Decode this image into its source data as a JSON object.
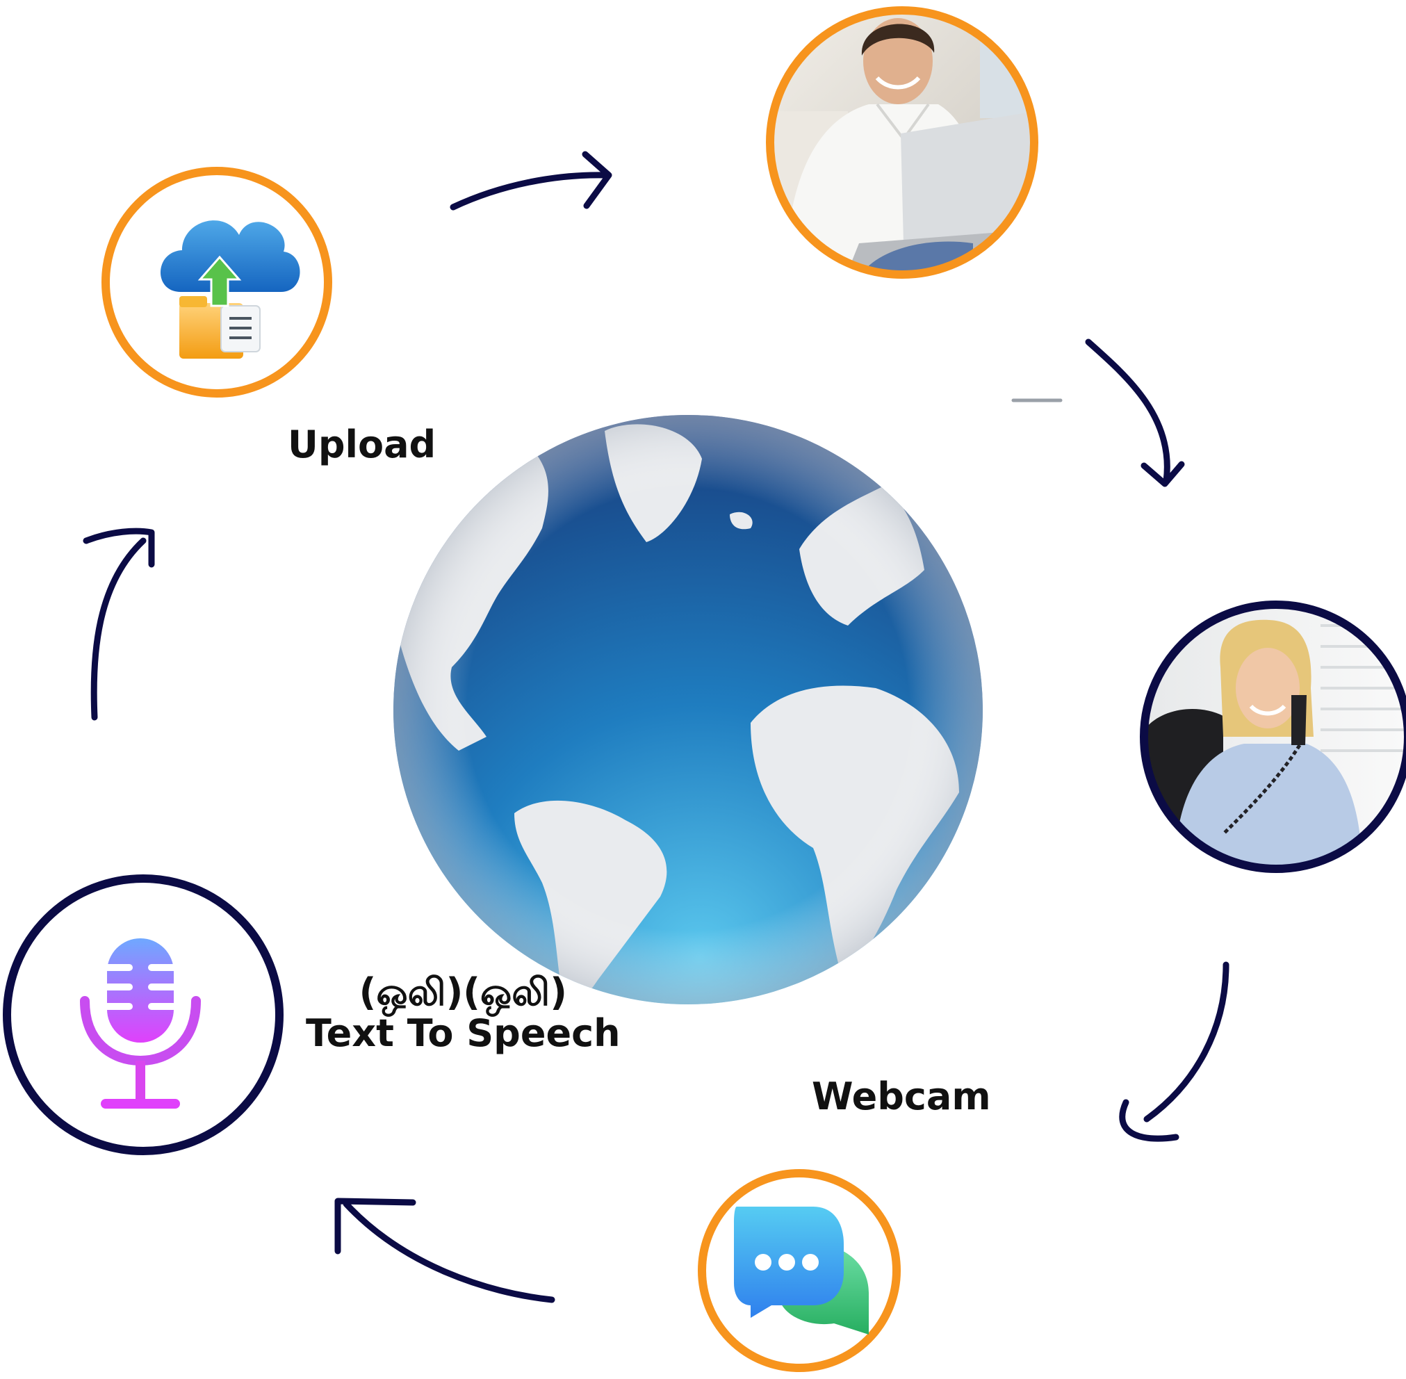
{
  "labels": {
    "upload": "Upload",
    "tts_line1": "(ஒலி)(ஒலி)",
    "tts_line2": "Text To Speech",
    "webcam": "Webcam"
  },
  "colors": {
    "ring_orange": "#F7941D",
    "ring_navy": "#0B0B45",
    "arrow": "#0B0B45",
    "ocean_dark": "#173A7A",
    "ocean_light": "#5BC8EE",
    "land": "#E9EBEE"
  },
  "nodes": [
    {
      "id": "upload",
      "icon": "cloud-upload-icon",
      "ring": "orange"
    },
    {
      "id": "laptop-user",
      "icon": "man-with-laptop-photo",
      "ring": "orange"
    },
    {
      "id": "phone-user",
      "icon": "woman-on-phone-photo",
      "ring": "navy"
    },
    {
      "id": "chat",
      "icon": "chat-bubbles-icon",
      "ring": "orange"
    },
    {
      "id": "microphone",
      "icon": "microphone-icon",
      "ring": "navy"
    },
    {
      "id": "globe",
      "icon": "globe-icon"
    }
  ]
}
